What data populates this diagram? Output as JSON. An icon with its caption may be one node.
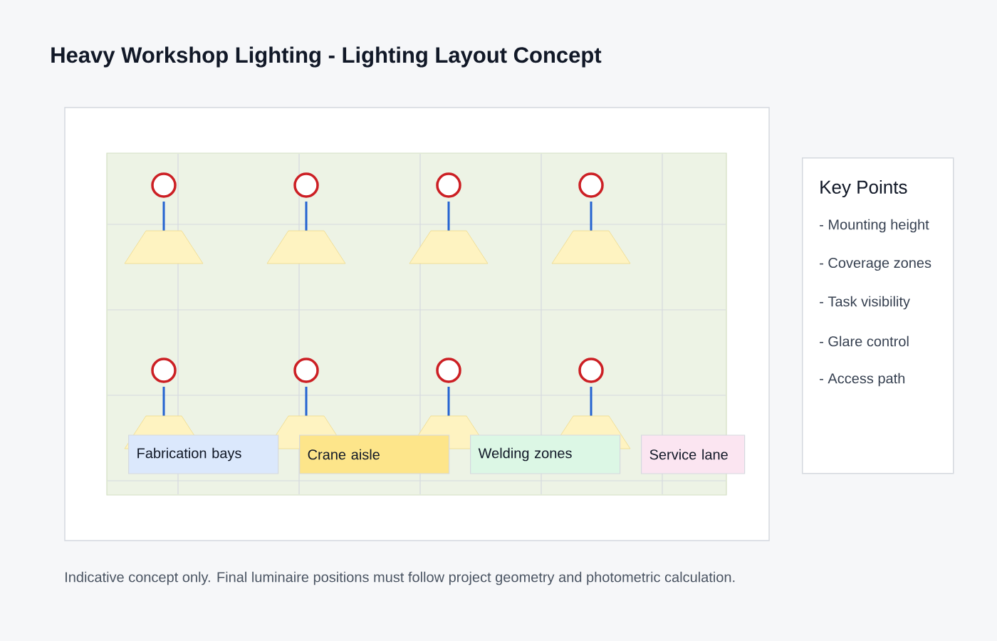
{
  "diagram": {
    "title": "Heavy Workshop Lighting - Lighting Layout Concept",
    "caption": "Indicative concept only. Final luminaire positions must follow project geometry and photometric calculation.",
    "nodes": [
      {
        "text": [
          "Fabrication bays"
        ]
      },
      {
        "text": [
          "Crane aisle"
        ]
      },
      {
        "text": [
          "Welding zones"
        ]
      },
      {
        "text": [
          "Service lane"
        ]
      },
      {
        "text": [
          "Key Points",
          "- Mounting height",
          "- Coverage zones",
          "- Task visibility",
          "- Glare control",
          "- Access path"
        ]
      }
    ]
  }
}
